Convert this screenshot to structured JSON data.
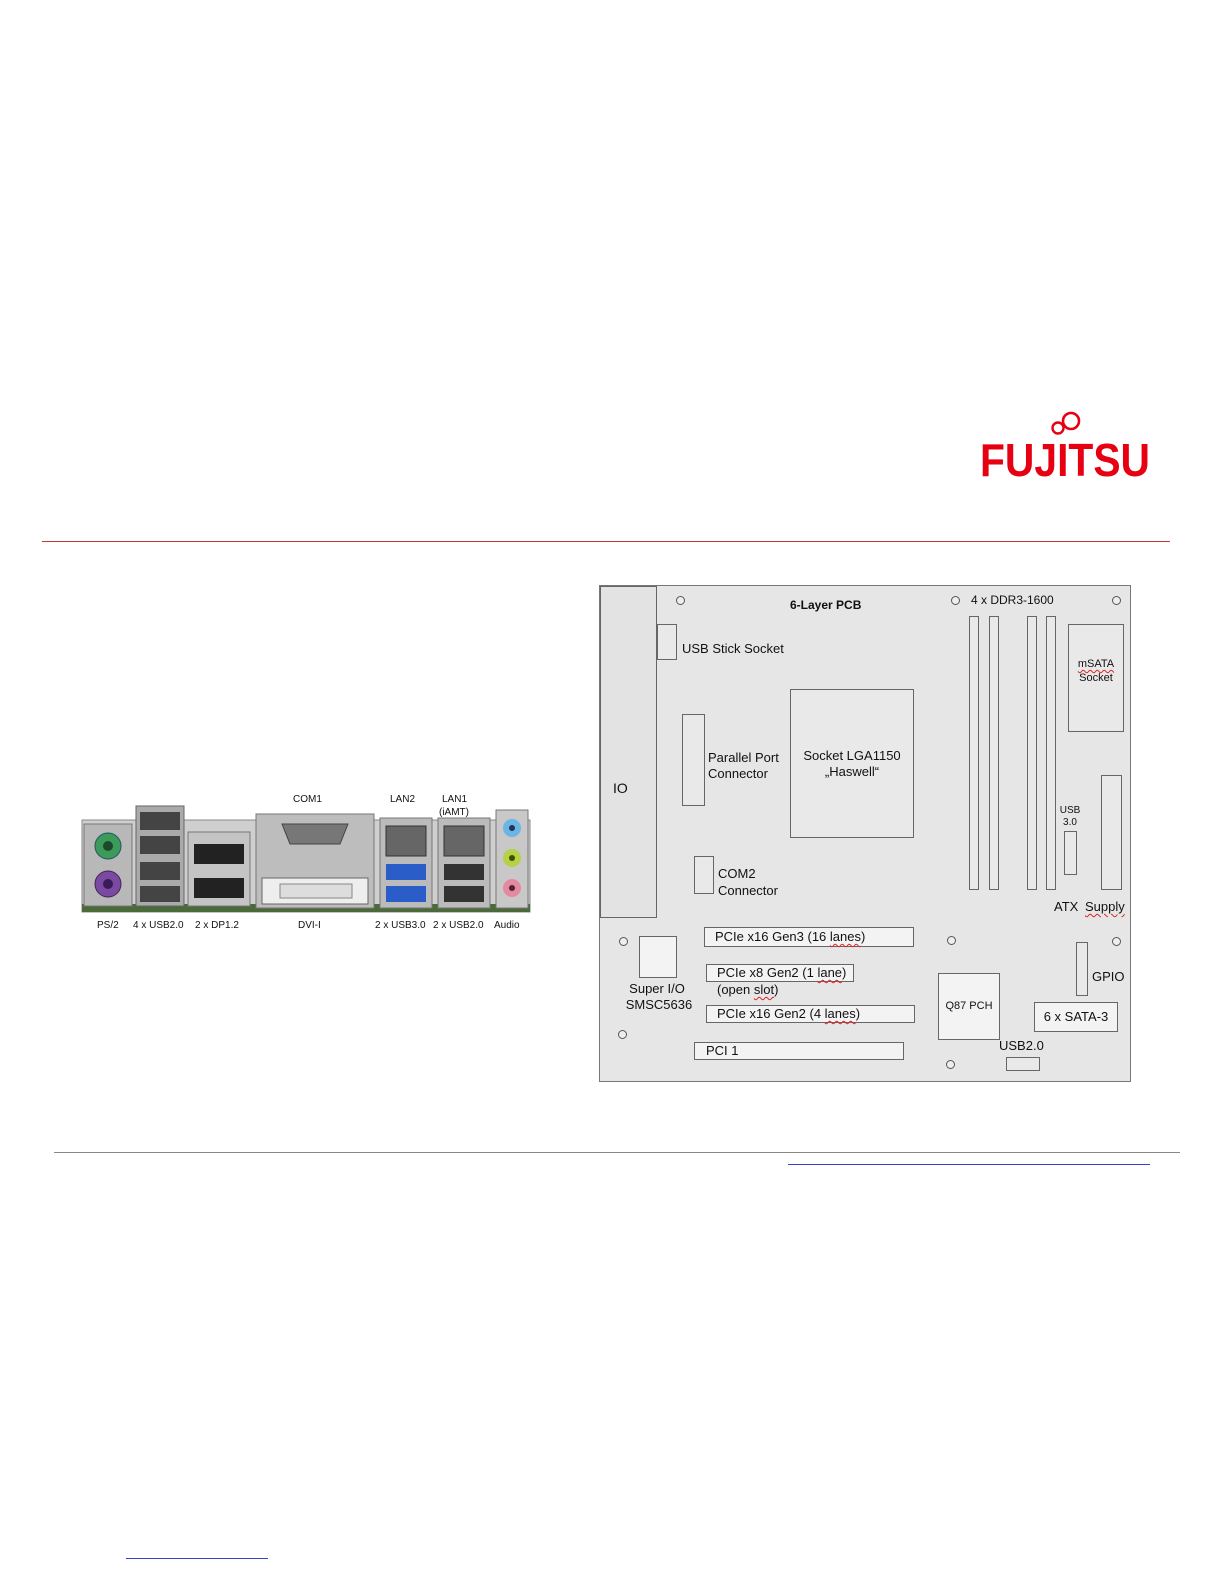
{
  "logo": {
    "text": "FUJITSU",
    "color": "#e60012"
  },
  "io_panel": {
    "top_labels": [
      "COM1",
      "LAN2",
      "LAN1",
      "(iAMT)"
    ],
    "bottom_labels": [
      "PS/2",
      "4 x USB2.0",
      "2 x DP1.2",
      "DVI-I",
      "2 x USB3.0",
      "2 x USB2.0",
      "Audio"
    ]
  },
  "board": {
    "io": "IO",
    "pcb": "6-Layer PCB",
    "ddr": "4 x DDR3-1600",
    "usb_stick": "USB Stick Socket",
    "msata_1": "mSATA",
    "msata_2": "Socket",
    "parallel_1": "Parallel Port",
    "parallel_2": "Connector",
    "socket_1": "Socket LGA1150",
    "socket_2": "„Haswell“",
    "usb30_1": "USB",
    "usb30_2": "3.0",
    "com2_1": "COM2",
    "com2_2": "Connector",
    "atx": "ATX",
    "supply": "Supply",
    "pcie1_a": "PCIe x16  Gen3 (16 ",
    "pcie1_b": "lanes",
    "pcie1_c": ")",
    "pcie2_a": "PCIe  x8  Gen2  (1 ",
    "pcie2_b": "lane",
    "pcie2_c": ")",
    "pcie2_d": "(open ",
    "pcie2_e": "slot",
    "pcie2_f": ")",
    "pcie3_a": "PCIe  x16  Gen2  (4 ",
    "pcie3_b": "lanes",
    "pcie3_c": ")",
    "pci": "PCI  1",
    "superio_1": "Super I/O",
    "superio_2": "SMSC5636",
    "pch": "Q87  PCH",
    "gpio": "GPIO",
    "sata": "6 x  SATA-3",
    "usb20": "USB2.0"
  }
}
